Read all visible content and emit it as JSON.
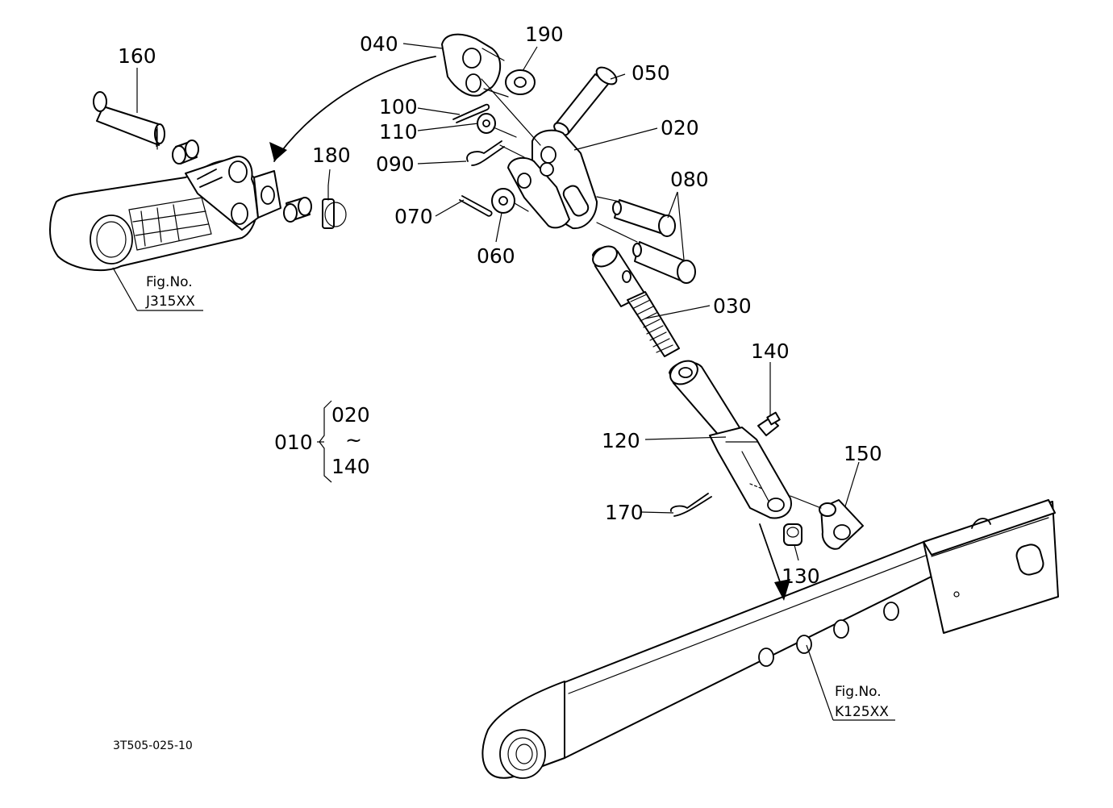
{
  "callouts": {
    "p010": "010",
    "p020": "020",
    "p030": "030",
    "p040": "040",
    "p050": "050",
    "p060": "060",
    "p070": "070",
    "p080": "080",
    "p090": "090",
    "p100": "100",
    "p110": "110",
    "p120": "120",
    "p130": "130",
    "p140": "140",
    "p150": "150",
    "p160": "160",
    "p170": "170",
    "p180": "180",
    "p190": "190"
  },
  "assembly_range": {
    "from": "020",
    "tilde": "~",
    "to": "140"
  },
  "figure_refs": {
    "upper": {
      "label": "Fig.No.",
      "code": "J315XX"
    },
    "lower": {
      "label": "Fig.No.",
      "code": "K125XX"
    }
  },
  "drawing_code": "3T505-025-10"
}
